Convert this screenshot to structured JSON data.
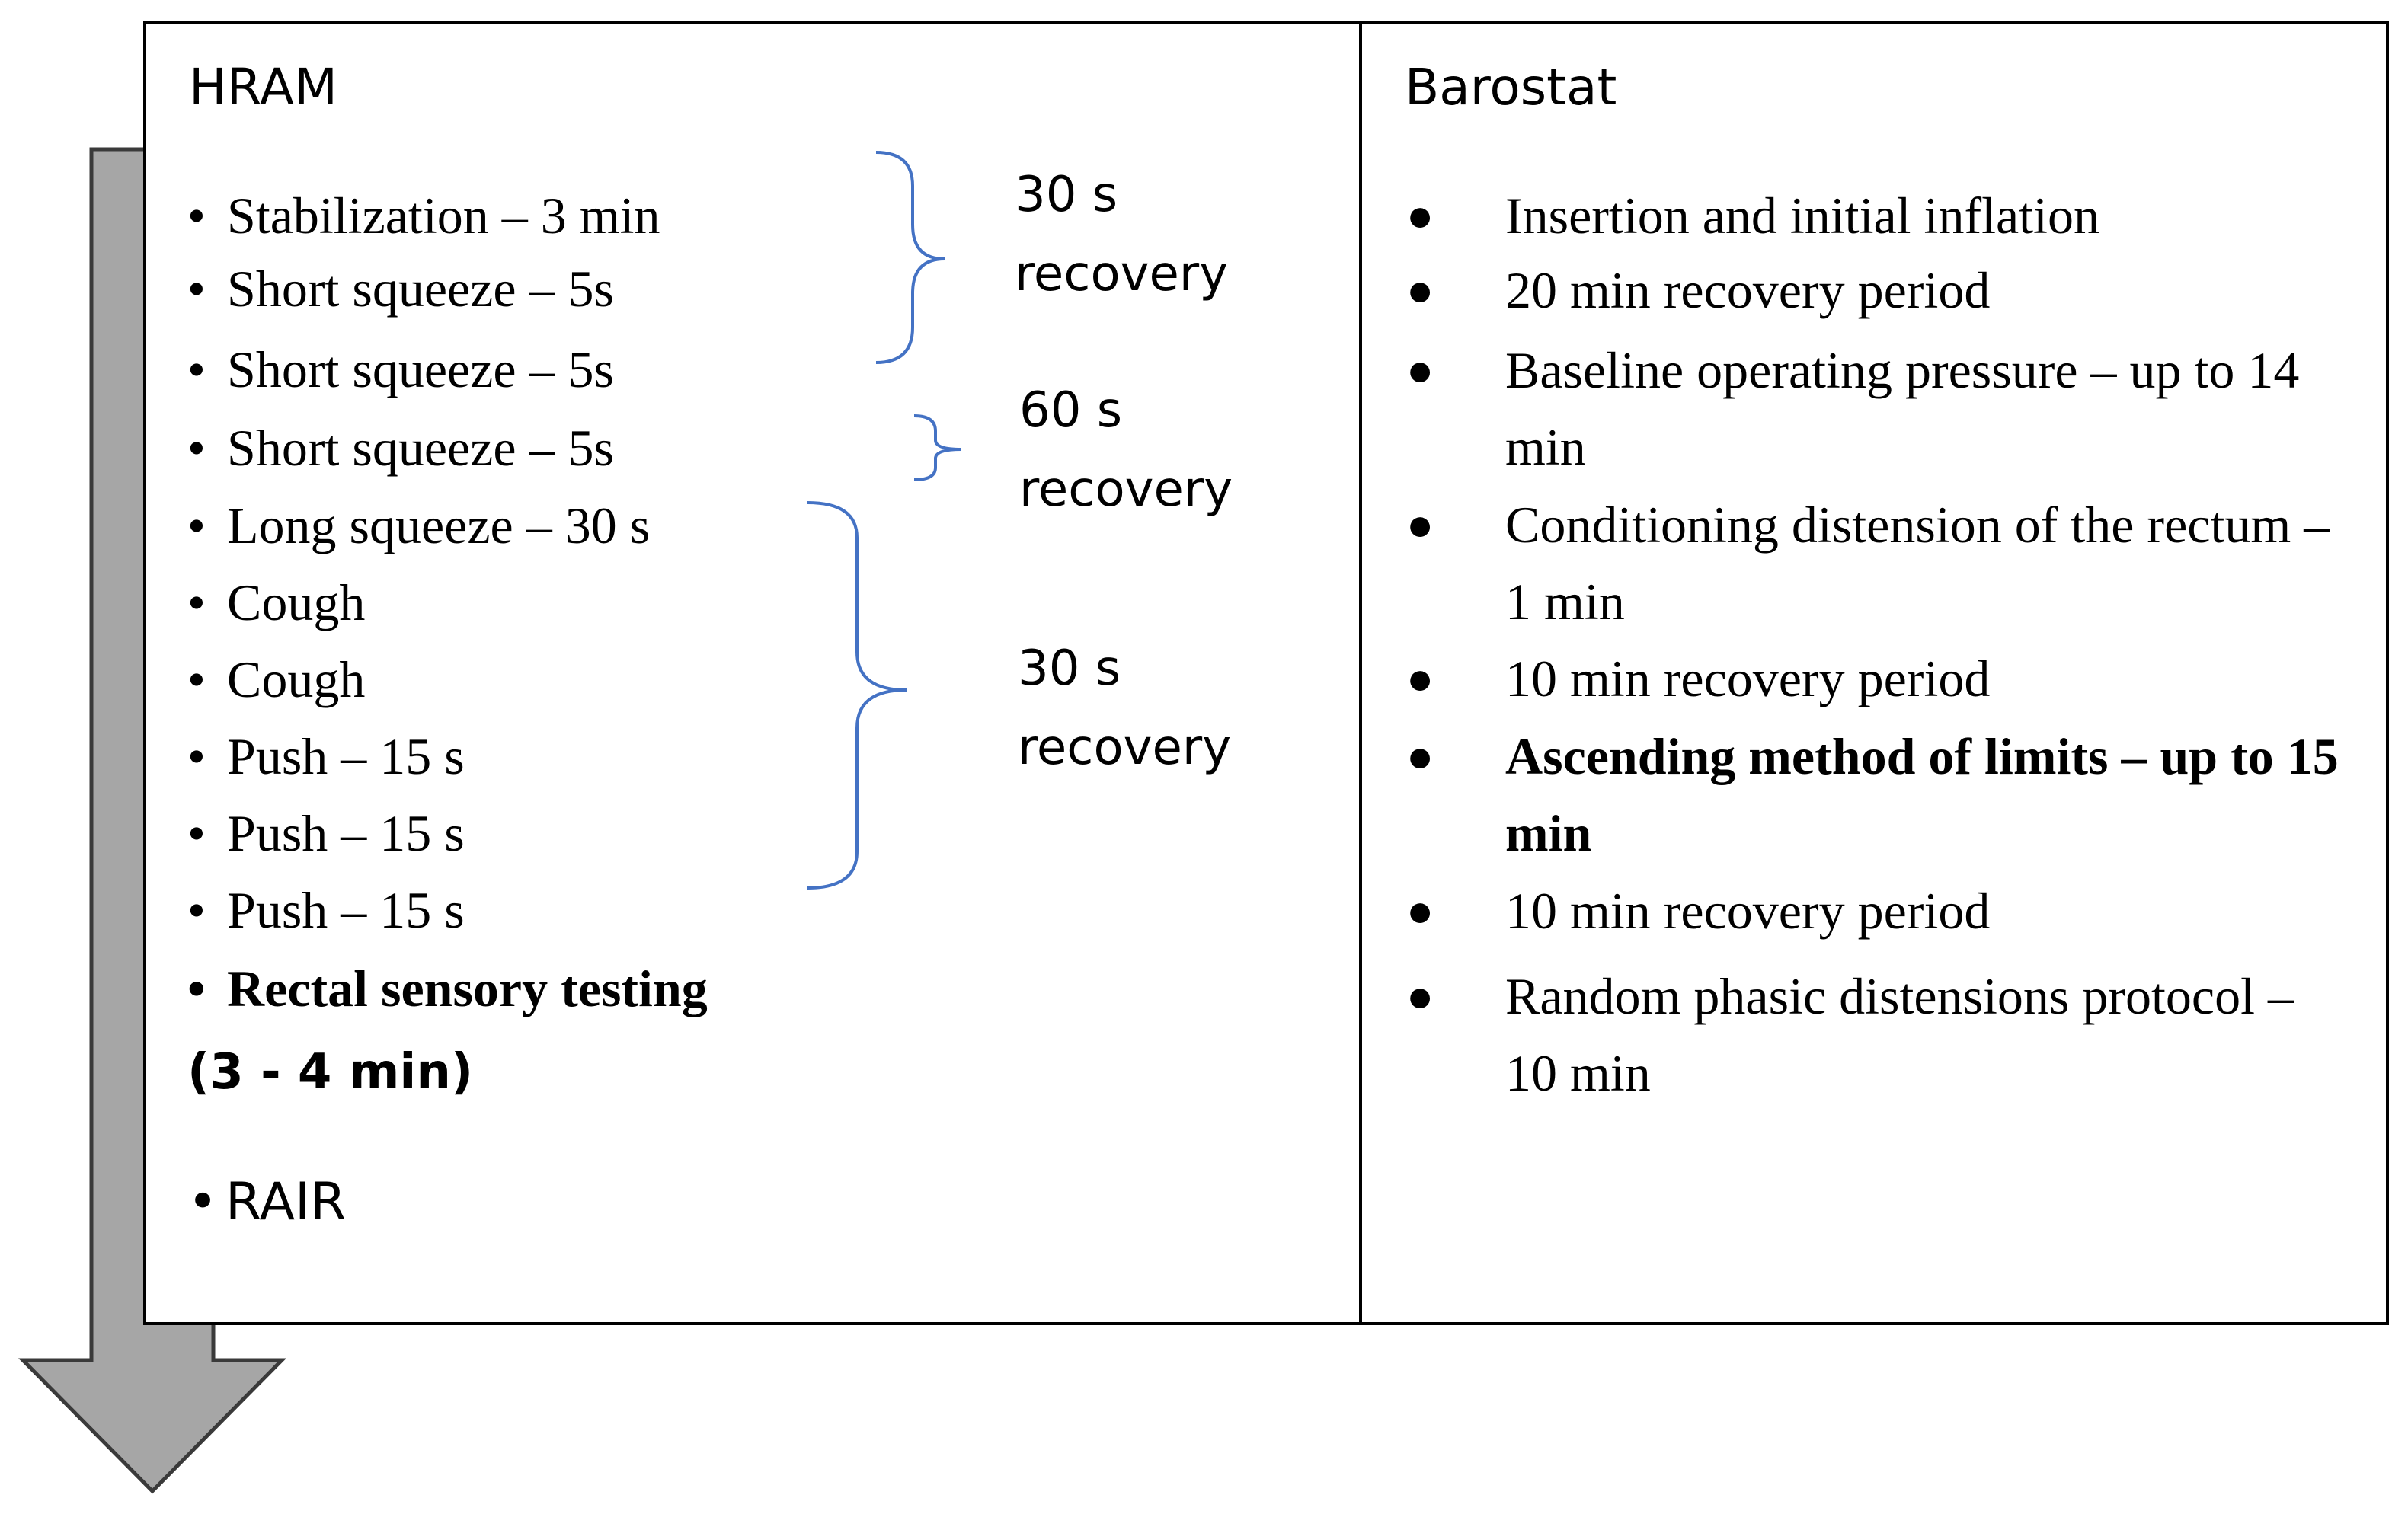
{
  "hram": {
    "title": "HRAM",
    "steps": [
      {
        "text": "Stabilization   – 3 min"
      },
      {
        "text": "Short squeeze – 5s"
      },
      {
        "text": "Short squeeze – 5s"
      },
      {
        "text": "Short squeeze – 5s"
      },
      {
        "text": "Long squeeze – 30 s"
      },
      {
        "text": "Cough"
      },
      {
        "text": "Cough"
      },
      {
        "text": "Push – 15 s"
      },
      {
        "text": "Push – 15 s"
      },
      {
        "text": "Push – 15 s"
      }
    ],
    "sensory_label": "Rectal sensory testing",
    "sensory_duration": "(3 - 4 min)",
    "rair_label": "RAIR",
    "bullet": "•"
  },
  "recovery": {
    "group1": "30 s\nrecovery",
    "group2": "60 s\nrecovery",
    "group3": "30 s\nrecovery"
  },
  "barostat": {
    "title": "Barostat",
    "items": [
      {
        "text": "Insertion and initial inflation",
        "bold": false
      },
      {
        "text": "20 min recovery period",
        "bold": false
      },
      {
        "text": "Baseline operating pressure – up to 14 min",
        "bold": false
      },
      {
        "text": "Conditioning distension of the rectum – 1 min",
        "bold": false
      },
      {
        "text": "10 min recovery period",
        "bold": false
      },
      {
        "text": "Ascending method of limits – up to 15 min",
        "bold": true
      },
      {
        "text": "10 min recovery period",
        "bold": false
      },
      {
        "text": "Random phasic distensions protocol – 10 min",
        "bold": false
      }
    ]
  },
  "colors": {
    "arrow_fill": "#a6a6a6",
    "arrow_stroke": "#3a3a3a",
    "brace": "#4472c4",
    "border": "#000000"
  }
}
